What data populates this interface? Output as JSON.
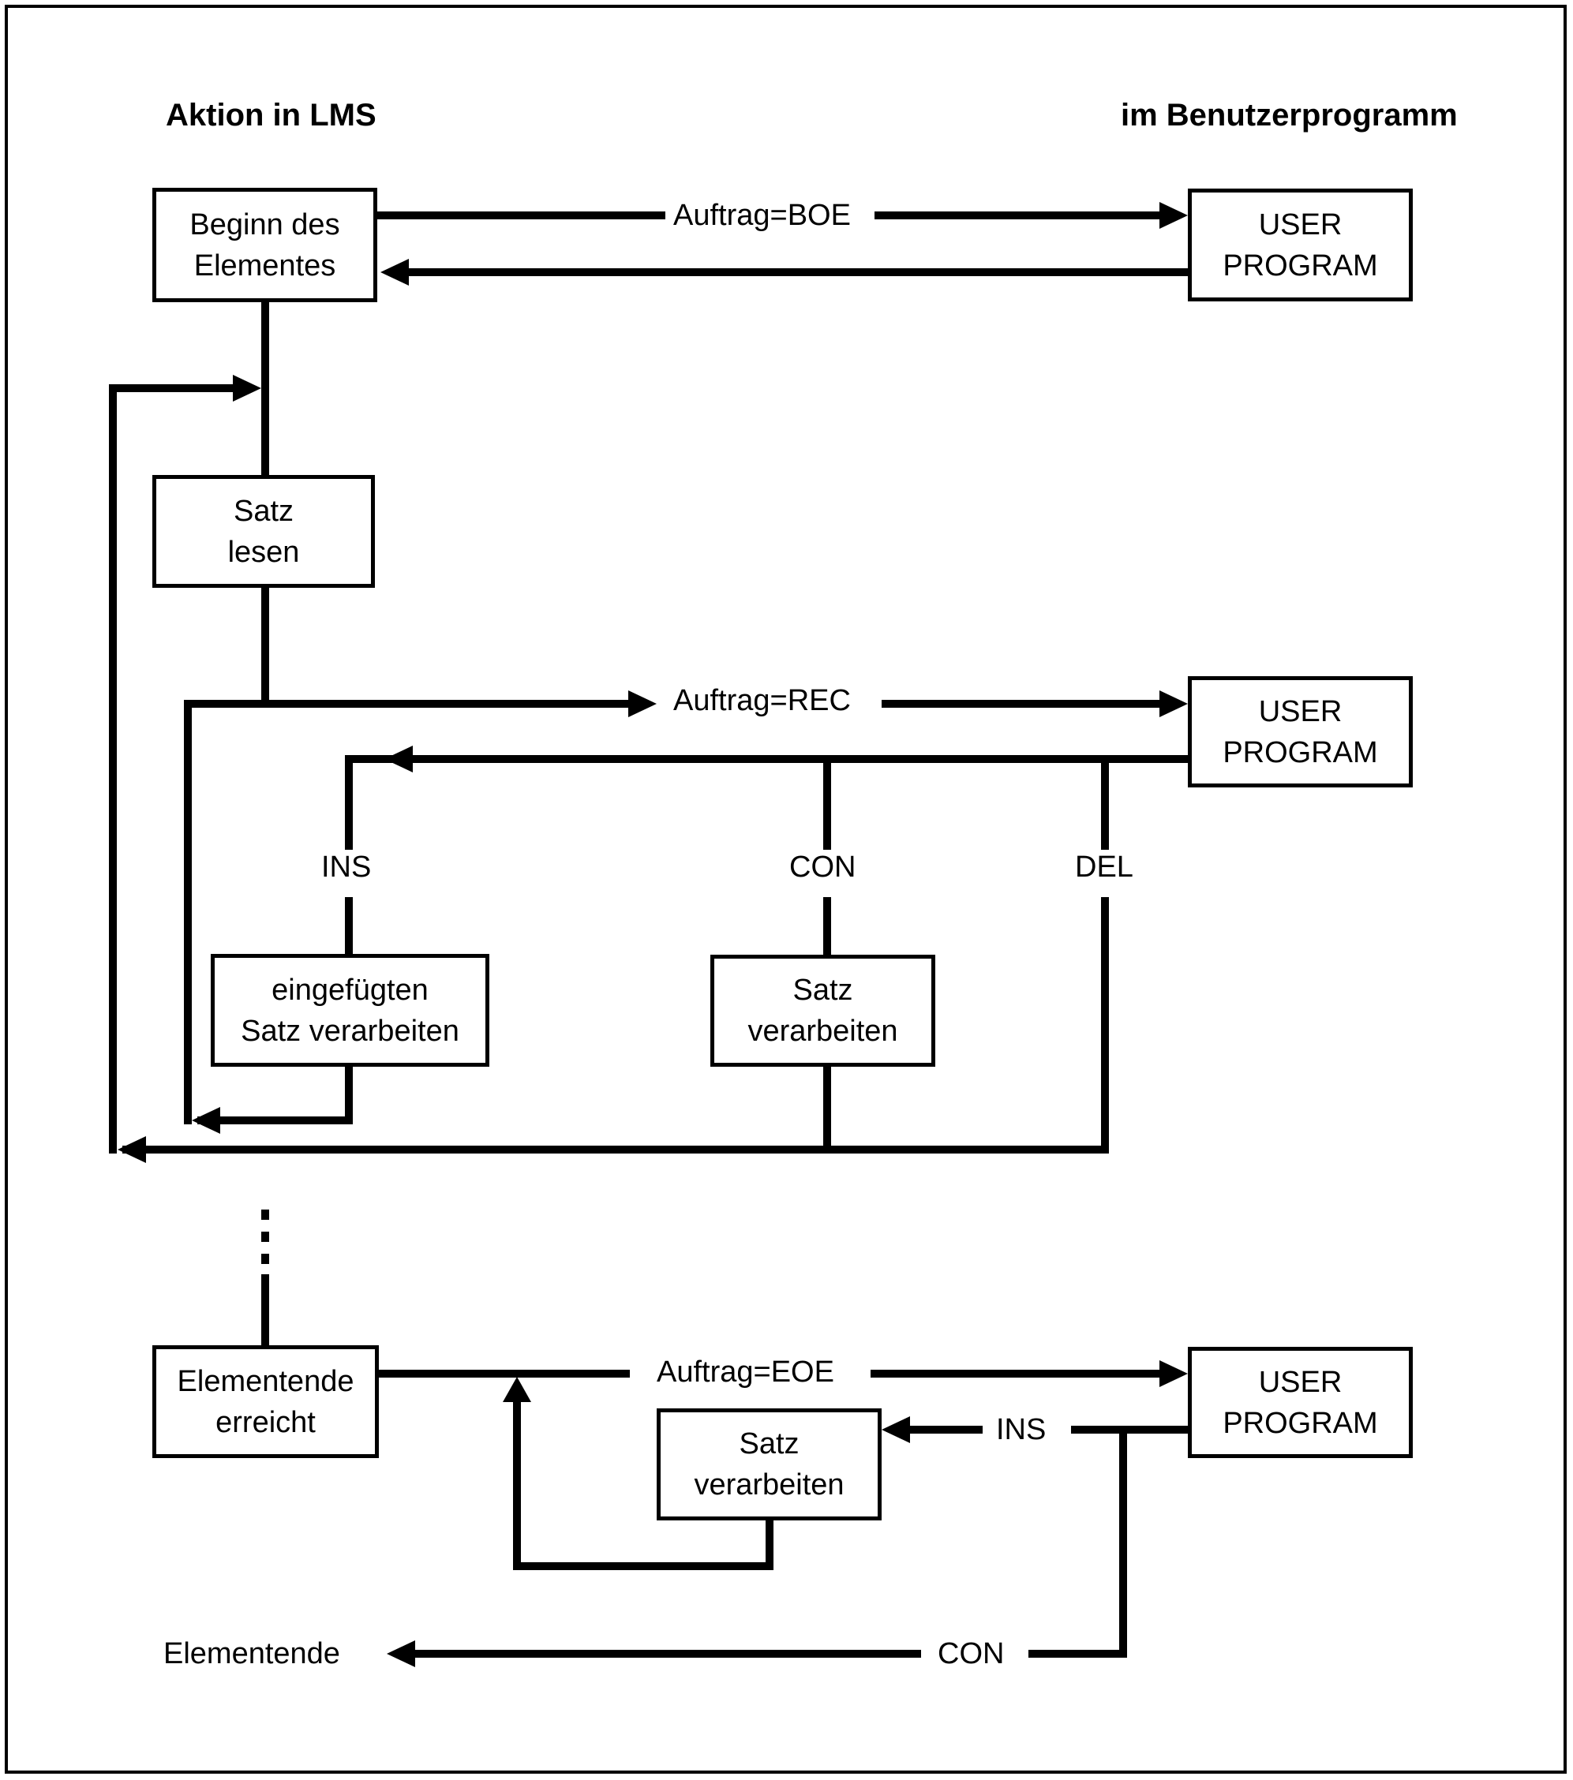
{
  "headers": {
    "left": "Aktion in LMS",
    "right": "im Benutzerprogramm"
  },
  "nodes": {
    "beginn": {
      "line1": "Beginn des",
      "line2": "Elementes"
    },
    "user_program_1": {
      "line1": "USER",
      "line2": "PROGRAM"
    },
    "satz_lesen": {
      "line1": "Satz",
      "line2": "lesen"
    },
    "user_program_2": {
      "line1": "USER",
      "line2": "PROGRAM"
    },
    "eingefuegt": {
      "line1": "eingefügten",
      "line2": "Satz verarbeiten"
    },
    "satz_verarbeiten_1": {
      "line1": "Satz",
      "line2": "verarbeiten"
    },
    "elementende_erreicht": {
      "line1": "Elementende",
      "line2": "erreicht"
    },
    "user_program_3": {
      "line1": "USER",
      "line2": "PROGRAM"
    },
    "satz_verarbeiten_2": {
      "line1": "Satz",
      "line2": "verarbeiten"
    }
  },
  "edge_labels": {
    "boe": "Auftrag=BOE",
    "rec": "Auftrag=REC",
    "eoe": "Auftrag=EOE",
    "ins_1": "INS",
    "con_1": "CON",
    "del_1": "DEL",
    "ins_2": "INS",
    "con_2": "CON",
    "elementende": "Elementende"
  },
  "colors": {
    "line": "#000000",
    "background": "#ffffff"
  }
}
